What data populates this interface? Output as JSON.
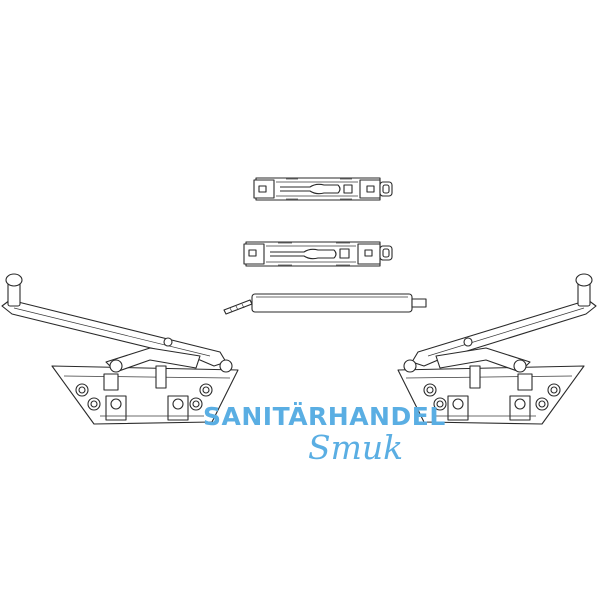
{
  "image": {
    "description": "Technical line drawing of window tilt/turn fitting set",
    "background": "#ffffff",
    "line_color": "#2a2a2a"
  },
  "parts": [
    {
      "id": "upper-lock-bolt",
      "label": "locking bolt (upper)"
    },
    {
      "id": "lower-lock-bolt",
      "label": "locking bolt (lower)"
    },
    {
      "id": "connecting-rod",
      "label": "connecting rod"
    },
    {
      "id": "left-stay-hinge",
      "label": "left stay arm with hinge base"
    },
    {
      "id": "right-stay-hinge",
      "label": "right stay arm with hinge base"
    }
  ],
  "watermark": {
    "line1": "SANITÄRHANDEL",
    "line2": "Smuk",
    "color": "#5aaee3"
  }
}
